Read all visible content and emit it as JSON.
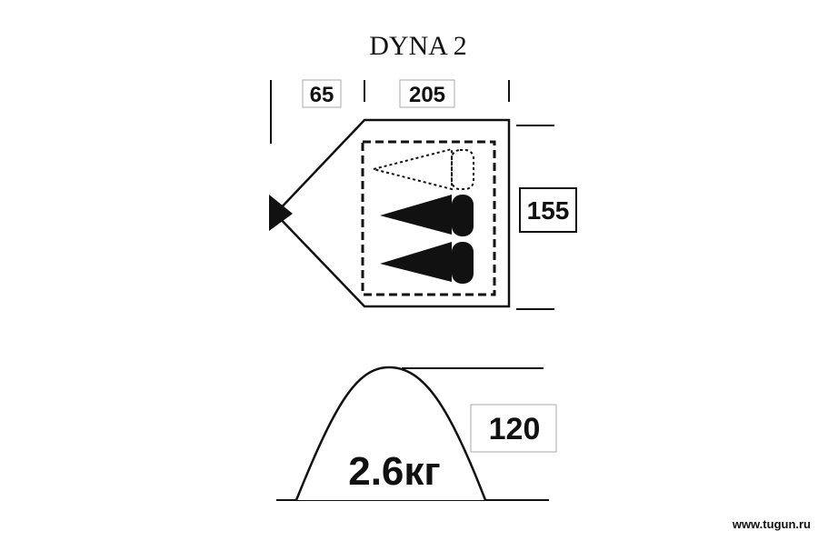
{
  "title": "DYNA 2",
  "dimensions": {
    "vestibule": "65",
    "length": "205",
    "width": "155",
    "height": "120"
  },
  "weight": "2.6кг",
  "watermark": "www.tugun.ru"
}
